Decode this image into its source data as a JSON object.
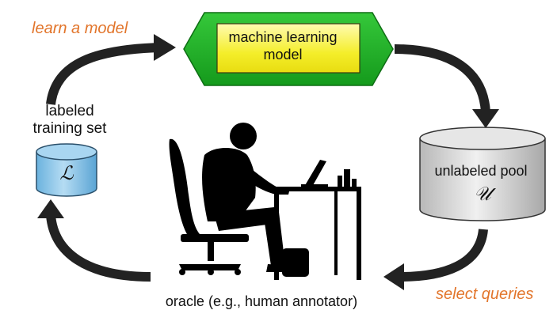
{
  "edges": {
    "learn_label": "learn a model",
    "select_label": "select queries"
  },
  "nodes": {
    "model": {
      "line1": "machine learning",
      "line2": "model"
    },
    "labeled": {
      "line1": "labeled",
      "line2": "training set",
      "symbol": "ℒ"
    },
    "pool": {
      "label": "unlabeled pool",
      "symbol": "𝒰"
    },
    "oracle": {
      "label": "oracle (e.g., human annotator)"
    }
  },
  "colors": {
    "label_accent": "#e2752b",
    "model_hexagon": "#22b02a",
    "model_box": "#f4ee2a",
    "labeled_cylinder": "#8ec6e8",
    "pool_cylinder": "#d8d8d8",
    "arrows": "#222222",
    "silhouette": "#000000"
  }
}
